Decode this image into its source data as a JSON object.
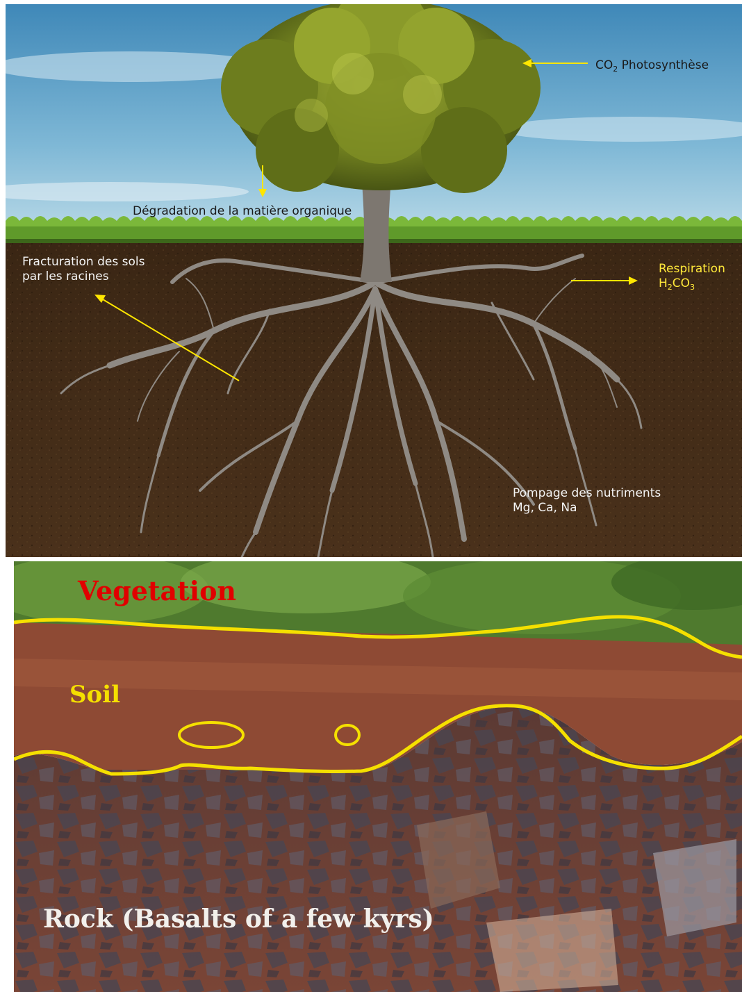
{
  "top": {
    "co2": {
      "main": "CO",
      "sub": "2",
      "text": "Photosynthèse"
    },
    "degradation": "Dégradation de la matière organique",
    "fracturation": {
      "line1": "Fracturation des sols",
      "line2": "par les racines"
    },
    "respiration": {
      "line1": "Respiration",
      "h": "H",
      "h_sub": "2",
      "co": "CO",
      "co_sub": "3"
    },
    "pompage": {
      "line1": "Pompage des nutriments",
      "line2": "Mg, Ca, Na"
    }
  },
  "bottom": {
    "vegetation": "Vegetation",
    "soil": "Soil",
    "rock": "Rock (Basalts of a few kyrs)"
  },
  "colors": {
    "accent_yellow": "#ffe600",
    "vegetation_red": "#e00000",
    "soil_yellow": "#f5e000",
    "rock_white": "#f2f0ec"
  }
}
